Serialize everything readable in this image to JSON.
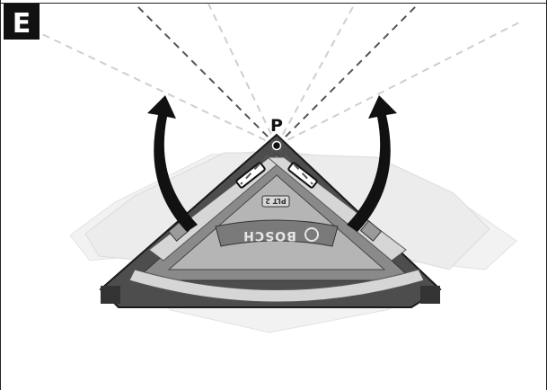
{
  "figure": {
    "panel_label": "E",
    "pivot_label": "P",
    "brand_text": "BOSCH",
    "model_text": "PLT 2",
    "icons": [
      "left-rotate-arrow-icon",
      "right-rotate-arrow-icon",
      "bosch-logo-icon"
    ]
  }
}
